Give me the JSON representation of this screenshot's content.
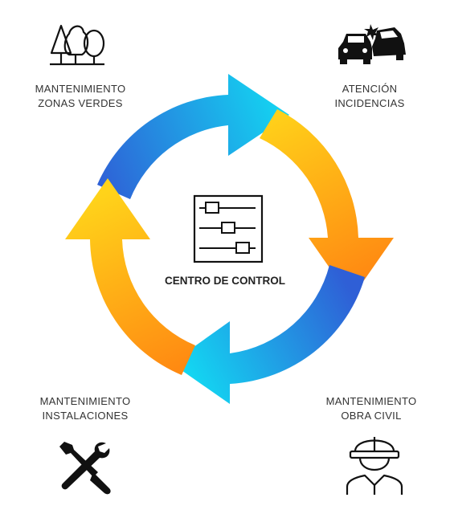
{
  "center": {
    "label": "CENTRO DE CONTROL",
    "icon": "control-panel-icon"
  },
  "nodes": [
    {
      "id": "zonas-verdes",
      "line1": "MANTENIMIENTO",
      "line2": "ZONAS VERDES",
      "icon": "trees-icon"
    },
    {
      "id": "incidencias",
      "line1": "ATENCIÓN",
      "line2": "INCIDENCIAS",
      "icon": "car-crash-icon"
    },
    {
      "id": "obra-civil",
      "line1": "MANTENIMIENTO",
      "line2": "OBRA CIVIL",
      "icon": "worker-helmet-icon"
    },
    {
      "id": "instalaciones",
      "line1": "MANTENIMIENTO",
      "line2": "INSTALACIONES",
      "icon": "wrench-screwdriver-icon"
    }
  ],
  "colors": {
    "blue": "#2f5fd6",
    "cyan": "#13d7f2",
    "yellow": "#ffd31a",
    "orange": "#ff8a12",
    "icon": "#111111",
    "text": "#333333"
  }
}
